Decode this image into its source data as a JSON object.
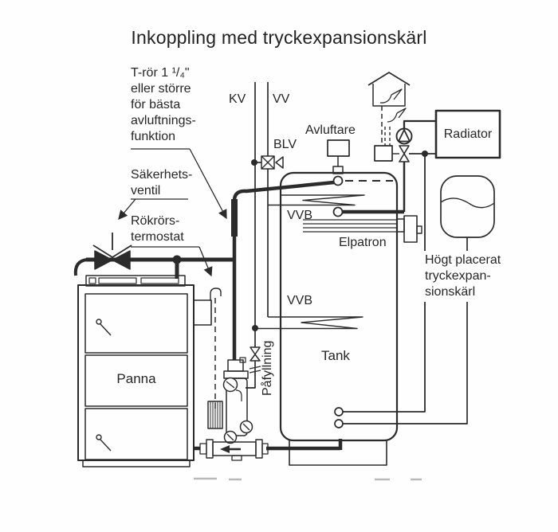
{
  "title": "Inkoppling med tryckexpansionskärl",
  "colors": {
    "ink": "#2b2b2b",
    "background": "#fffefe",
    "artifact": "#b9b9b9"
  },
  "annotations": {
    "t_ror": [
      "T-rör 1 ¹/₄\"",
      "eller större",
      "för bästa",
      "avluftnings-",
      "funktion"
    ],
    "sakerhetsventil": [
      "Säkerhets-",
      "ventil"
    ],
    "rokrorstermostat": [
      "Rökrörs-",
      "termostat"
    ],
    "hogt_placerat": [
      "Högt placerat",
      "tryckexpan-",
      "sionskärl"
    ]
  },
  "pipe_labels": {
    "kv": "KV",
    "vv": "VV",
    "blv": "BLV",
    "pafyllning": "Påfyllning"
  },
  "components": {
    "avluftare": "Avluftare",
    "radiator": "Radiator",
    "elpatron": "Elpatron",
    "tank": "Tank",
    "panna": "Panna",
    "vvb_upper": "VVB",
    "vvb_lower": "VVB"
  }
}
